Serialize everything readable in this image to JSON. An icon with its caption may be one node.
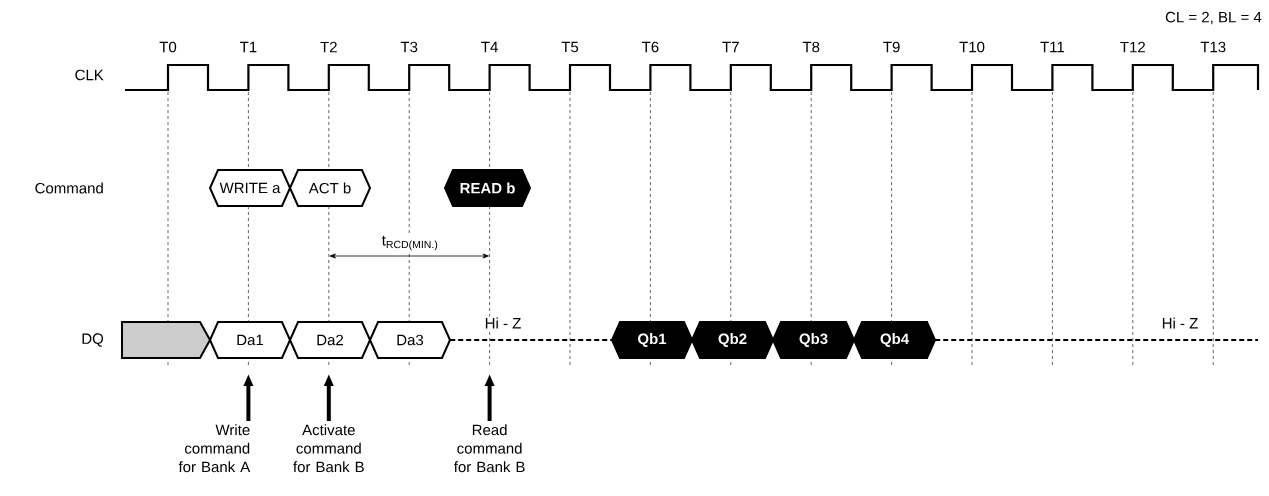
{
  "diagram": {
    "nodes": [
      {
        "text": [
          "WRITE a"
        ]
      },
      {
        "text": [
          "ACT b"
        ]
      },
      {
        "text": [
          "READ b"
        ]
      },
      {
        "text": [],
        "shape": "box"
      },
      {
        "text": [
          "Da1"
        ]
      },
      {
        "text": [
          "Da2"
        ]
      },
      {
        "text": [
          "Da3"
        ]
      },
      {
        "text": [
          "Qb1"
        ]
      },
      {
        "text": [
          "Qb2"
        ]
      },
      {
        "text": [
          "Qb3"
        ]
      },
      {
        "text": [
          "Qb4"
        ]
      },
      {
        "text": [
          "Write command for Bank A"
        ]
      },
      {
        "text": [
          "Activate command for Bank B"
        ]
      },
      {
        "text": [
          "Read command for Bank B"
        ]
      }
    ],
    "edges": [
      {
        "from": 11,
        "to": null,
        "arrow": "to"
      },
      {
        "from": 12,
        "to": null,
        "arrow": "to"
      },
      {
        "from": 13,
        "to": null,
        "arrow": "to"
      },
      {
        "from": 6,
        "to": 7,
        "arrow": "none",
        "style": "dashed"
      },
      {
        "from": 10,
        "to": null,
        "arrow": "none",
        "style": "dashed"
      }
    ],
    "labels": [
      "CL = 2, BL = 4",
      "T0",
      "T1",
      "T2",
      "T3",
      "T4",
      "T5",
      "T6",
      "T7",
      "T8",
      "T9",
      "T10",
      "T11",
      "T12",
      "T13",
      "CLK",
      "Command",
      "t$_{RCD(MIN.)}$",
      "DQ",
      "Hi - Z",
      "Hi - Z"
    ]
  }
}
